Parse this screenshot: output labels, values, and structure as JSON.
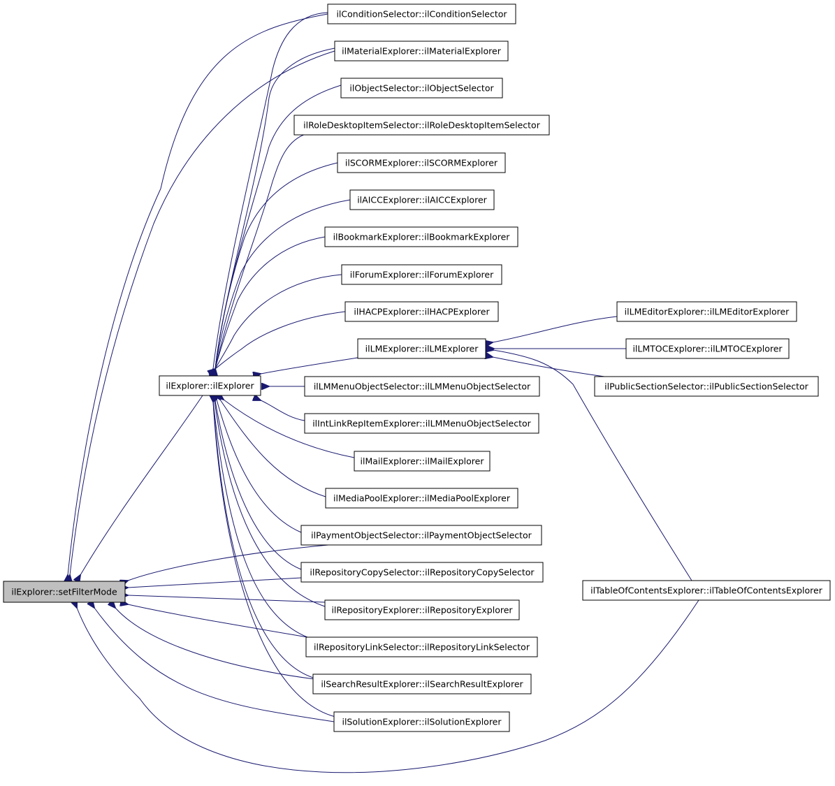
{
  "diagram": {
    "type": "call-graph",
    "colors": {
      "edge": "#191970",
      "highlight_fill": "#bfbfbf",
      "box_border": "#000000"
    },
    "nodes": [
      {
        "id": "setfiltermode",
        "label": "ilExplorer::setFilterMode",
        "highlight": true
      },
      {
        "id": "explorer",
        "label": "ilExplorer::ilExplorer"
      },
      {
        "id": "condition",
        "label": "ilConditionSelector::ilConditionSelector"
      },
      {
        "id": "material",
        "label": "ilMaterialExplorer::ilMaterialExplorer"
      },
      {
        "id": "object",
        "label": "ilObjectSelector::ilObjectSelector"
      },
      {
        "id": "roledesktop",
        "label": "ilRoleDesktopItemSelector::ilRoleDesktopItemSelector"
      },
      {
        "id": "scorm",
        "label": "ilSCORMExplorer::ilSCORMExplorer"
      },
      {
        "id": "aicc",
        "label": "ilAICCExplorer::ilAICCExplorer"
      },
      {
        "id": "bookmark",
        "label": "ilBookmarkExplorer::ilBookmarkExplorer"
      },
      {
        "id": "forum",
        "label": "ilForumExplorer::ilForumExplorer"
      },
      {
        "id": "hacp",
        "label": "ilHACPExplorer::ilHACPExplorer"
      },
      {
        "id": "lmexplorer",
        "label": "ilLMExplorer::ilLMExplorer"
      },
      {
        "id": "lmmenu",
        "label": "ilLMMenuObjectSelector::ilLMMenuObjectSelector"
      },
      {
        "id": "intlink",
        "label": "ilIntLinkRepItemExplorer::ilLMMenuObjectSelector"
      },
      {
        "id": "mail",
        "label": "ilMailExplorer::ilMailExplorer"
      },
      {
        "id": "mediapool",
        "label": "ilMediaPoolExplorer::ilMediaPoolExplorer"
      },
      {
        "id": "payment",
        "label": "ilPaymentObjectSelector::ilPaymentObjectSelector"
      },
      {
        "id": "repocopy",
        "label": "ilRepositoryCopySelector::ilRepositoryCopySelector"
      },
      {
        "id": "repoexplorer",
        "label": "ilRepositoryExplorer::ilRepositoryExplorer"
      },
      {
        "id": "repolink",
        "label": "ilRepositoryLinkSelector::ilRepositoryLinkSelector"
      },
      {
        "id": "searchresult",
        "label": "ilSearchResultExplorer::ilSearchResultExplorer"
      },
      {
        "id": "solution",
        "label": "ilSolutionExplorer::ilSolutionExplorer"
      },
      {
        "id": "lmeditor",
        "label": "ilLMEditorExplorer::ilLMEditorExplorer"
      },
      {
        "id": "lmtoc",
        "label": "ilLMTOCExplorer::ilLMTOCExplorer"
      },
      {
        "id": "publicsection",
        "label": "ilPublicSectionSelector::ilPublicSectionSelector"
      },
      {
        "id": "toc",
        "label": "ilTableOfContentsExplorer::ilTableOfContentsExplorer"
      }
    ],
    "edges": [
      {
        "from": "condition",
        "to": "setfiltermode"
      },
      {
        "from": "material",
        "to": "setfiltermode"
      },
      {
        "from": "explorer",
        "to": "setfiltermode"
      },
      {
        "from": "payment",
        "to": "setfiltermode"
      },
      {
        "from": "repocopy",
        "to": "setfiltermode"
      },
      {
        "from": "repoexplorer",
        "to": "setfiltermode"
      },
      {
        "from": "repolink",
        "to": "setfiltermode"
      },
      {
        "from": "searchresult",
        "to": "setfiltermode"
      },
      {
        "from": "solution",
        "to": "setfiltermode"
      },
      {
        "from": "toc",
        "to": "setfiltermode"
      },
      {
        "from": "condition",
        "to": "explorer"
      },
      {
        "from": "material",
        "to": "explorer"
      },
      {
        "from": "object",
        "to": "explorer"
      },
      {
        "from": "roledesktop",
        "to": "explorer"
      },
      {
        "from": "scorm",
        "to": "explorer"
      },
      {
        "from": "aicc",
        "to": "explorer"
      },
      {
        "from": "bookmark",
        "to": "explorer"
      },
      {
        "from": "forum",
        "to": "explorer"
      },
      {
        "from": "hacp",
        "to": "explorer"
      },
      {
        "from": "lmexplorer",
        "to": "explorer"
      },
      {
        "from": "lmmenu",
        "to": "explorer"
      },
      {
        "from": "intlink",
        "to": "explorer"
      },
      {
        "from": "mail",
        "to": "explorer"
      },
      {
        "from": "mediapool",
        "to": "explorer"
      },
      {
        "from": "payment",
        "to": "explorer"
      },
      {
        "from": "repocopy",
        "to": "explorer"
      },
      {
        "from": "repoexplorer",
        "to": "explorer"
      },
      {
        "from": "repolink",
        "to": "explorer"
      },
      {
        "from": "searchresult",
        "to": "explorer"
      },
      {
        "from": "solution",
        "to": "explorer"
      },
      {
        "from": "lmeditor",
        "to": "lmexplorer"
      },
      {
        "from": "lmtoc",
        "to": "lmexplorer"
      },
      {
        "from": "publicsection",
        "to": "lmexplorer"
      },
      {
        "from": "toc",
        "to": "lmexplorer"
      }
    ]
  }
}
